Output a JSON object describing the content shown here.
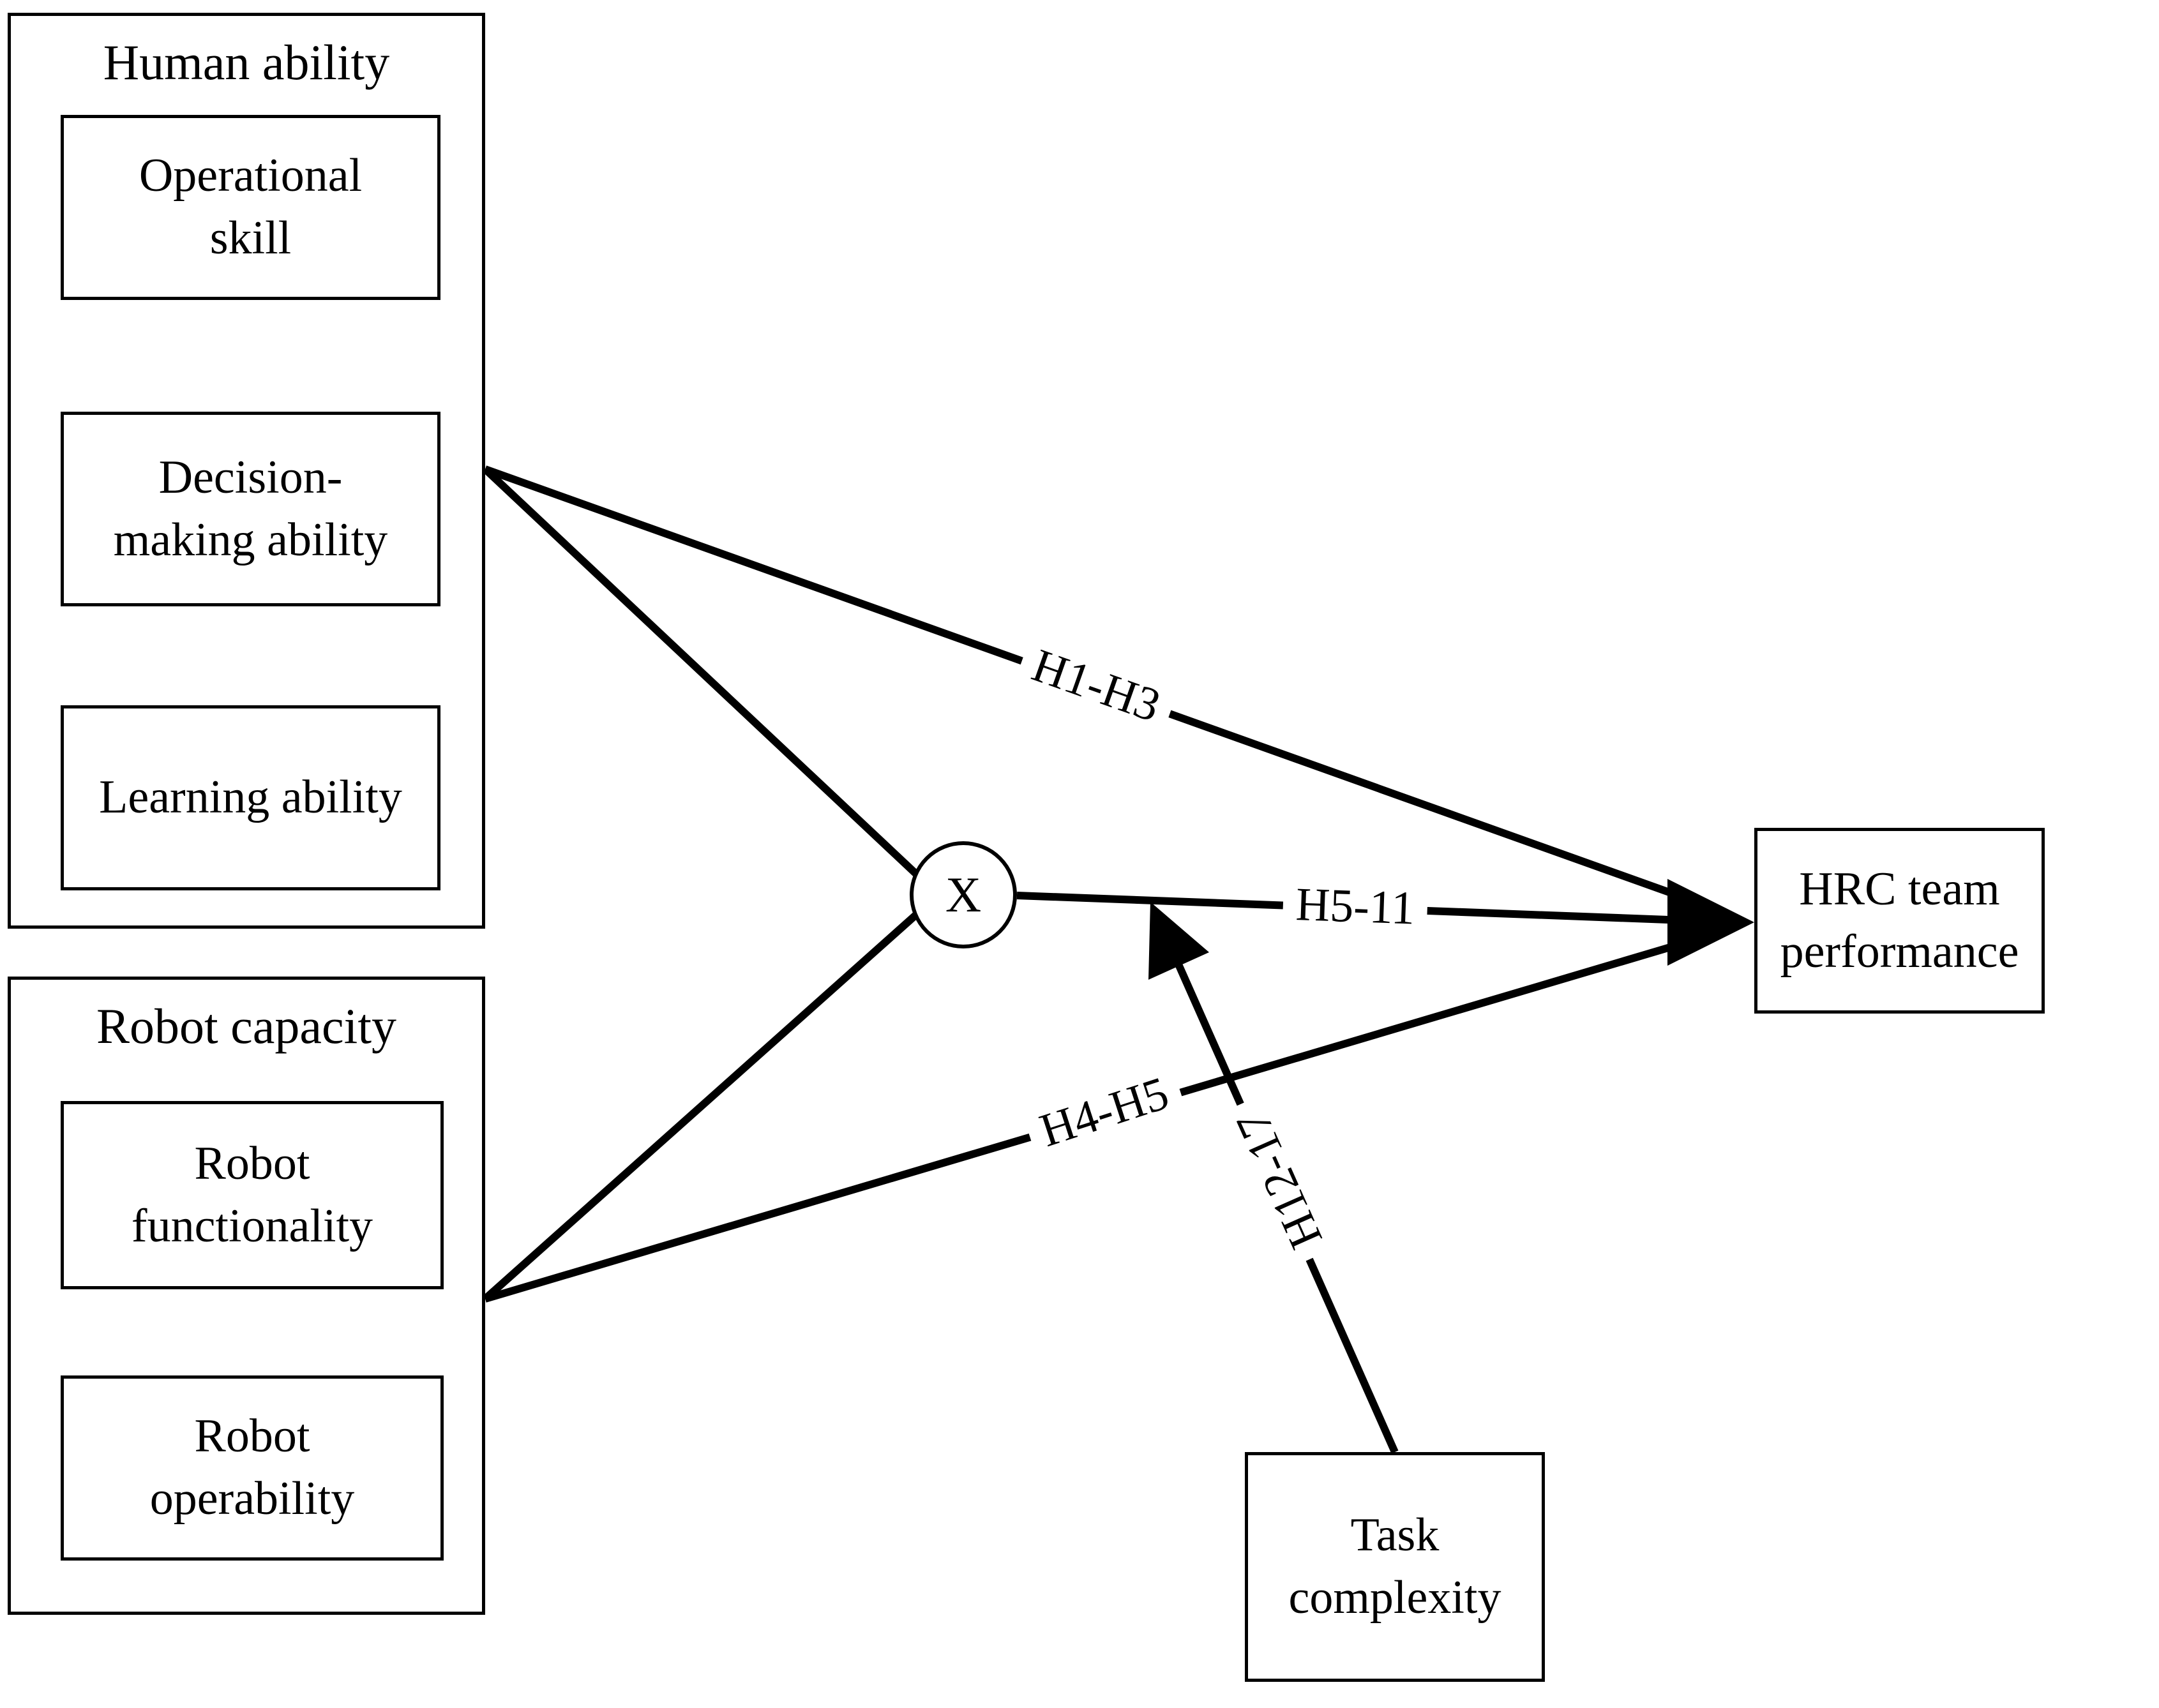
{
  "diagram": {
    "human_group": {
      "title": "Human ability",
      "items": [
        {
          "label": "Operational\nskill"
        },
        {
          "label": "Decision-\nmaking ability"
        },
        {
          "label": "Learning ability"
        }
      ]
    },
    "robot_group": {
      "title": "Robot capacity",
      "items": [
        {
          "label": "Robot\nfunctionality"
        },
        {
          "label": "Robot\noperability"
        }
      ]
    },
    "interaction_node": {
      "symbol": "X"
    },
    "outcome": {
      "label": "HRC team\nperformance"
    },
    "moderator": {
      "label": "Task complexity"
    },
    "paths": {
      "human_to_outcome": {
        "label": "H1-H3"
      },
      "robot_to_outcome": {
        "label": "H4-H5"
      },
      "interaction_to_outcome": {
        "label": "H5-11"
      },
      "moderator_to_interaction": {
        "label": "H12-17"
      }
    },
    "colors": {
      "line": "#000000",
      "background": "#ffffff",
      "text": "#000000"
    }
  }
}
